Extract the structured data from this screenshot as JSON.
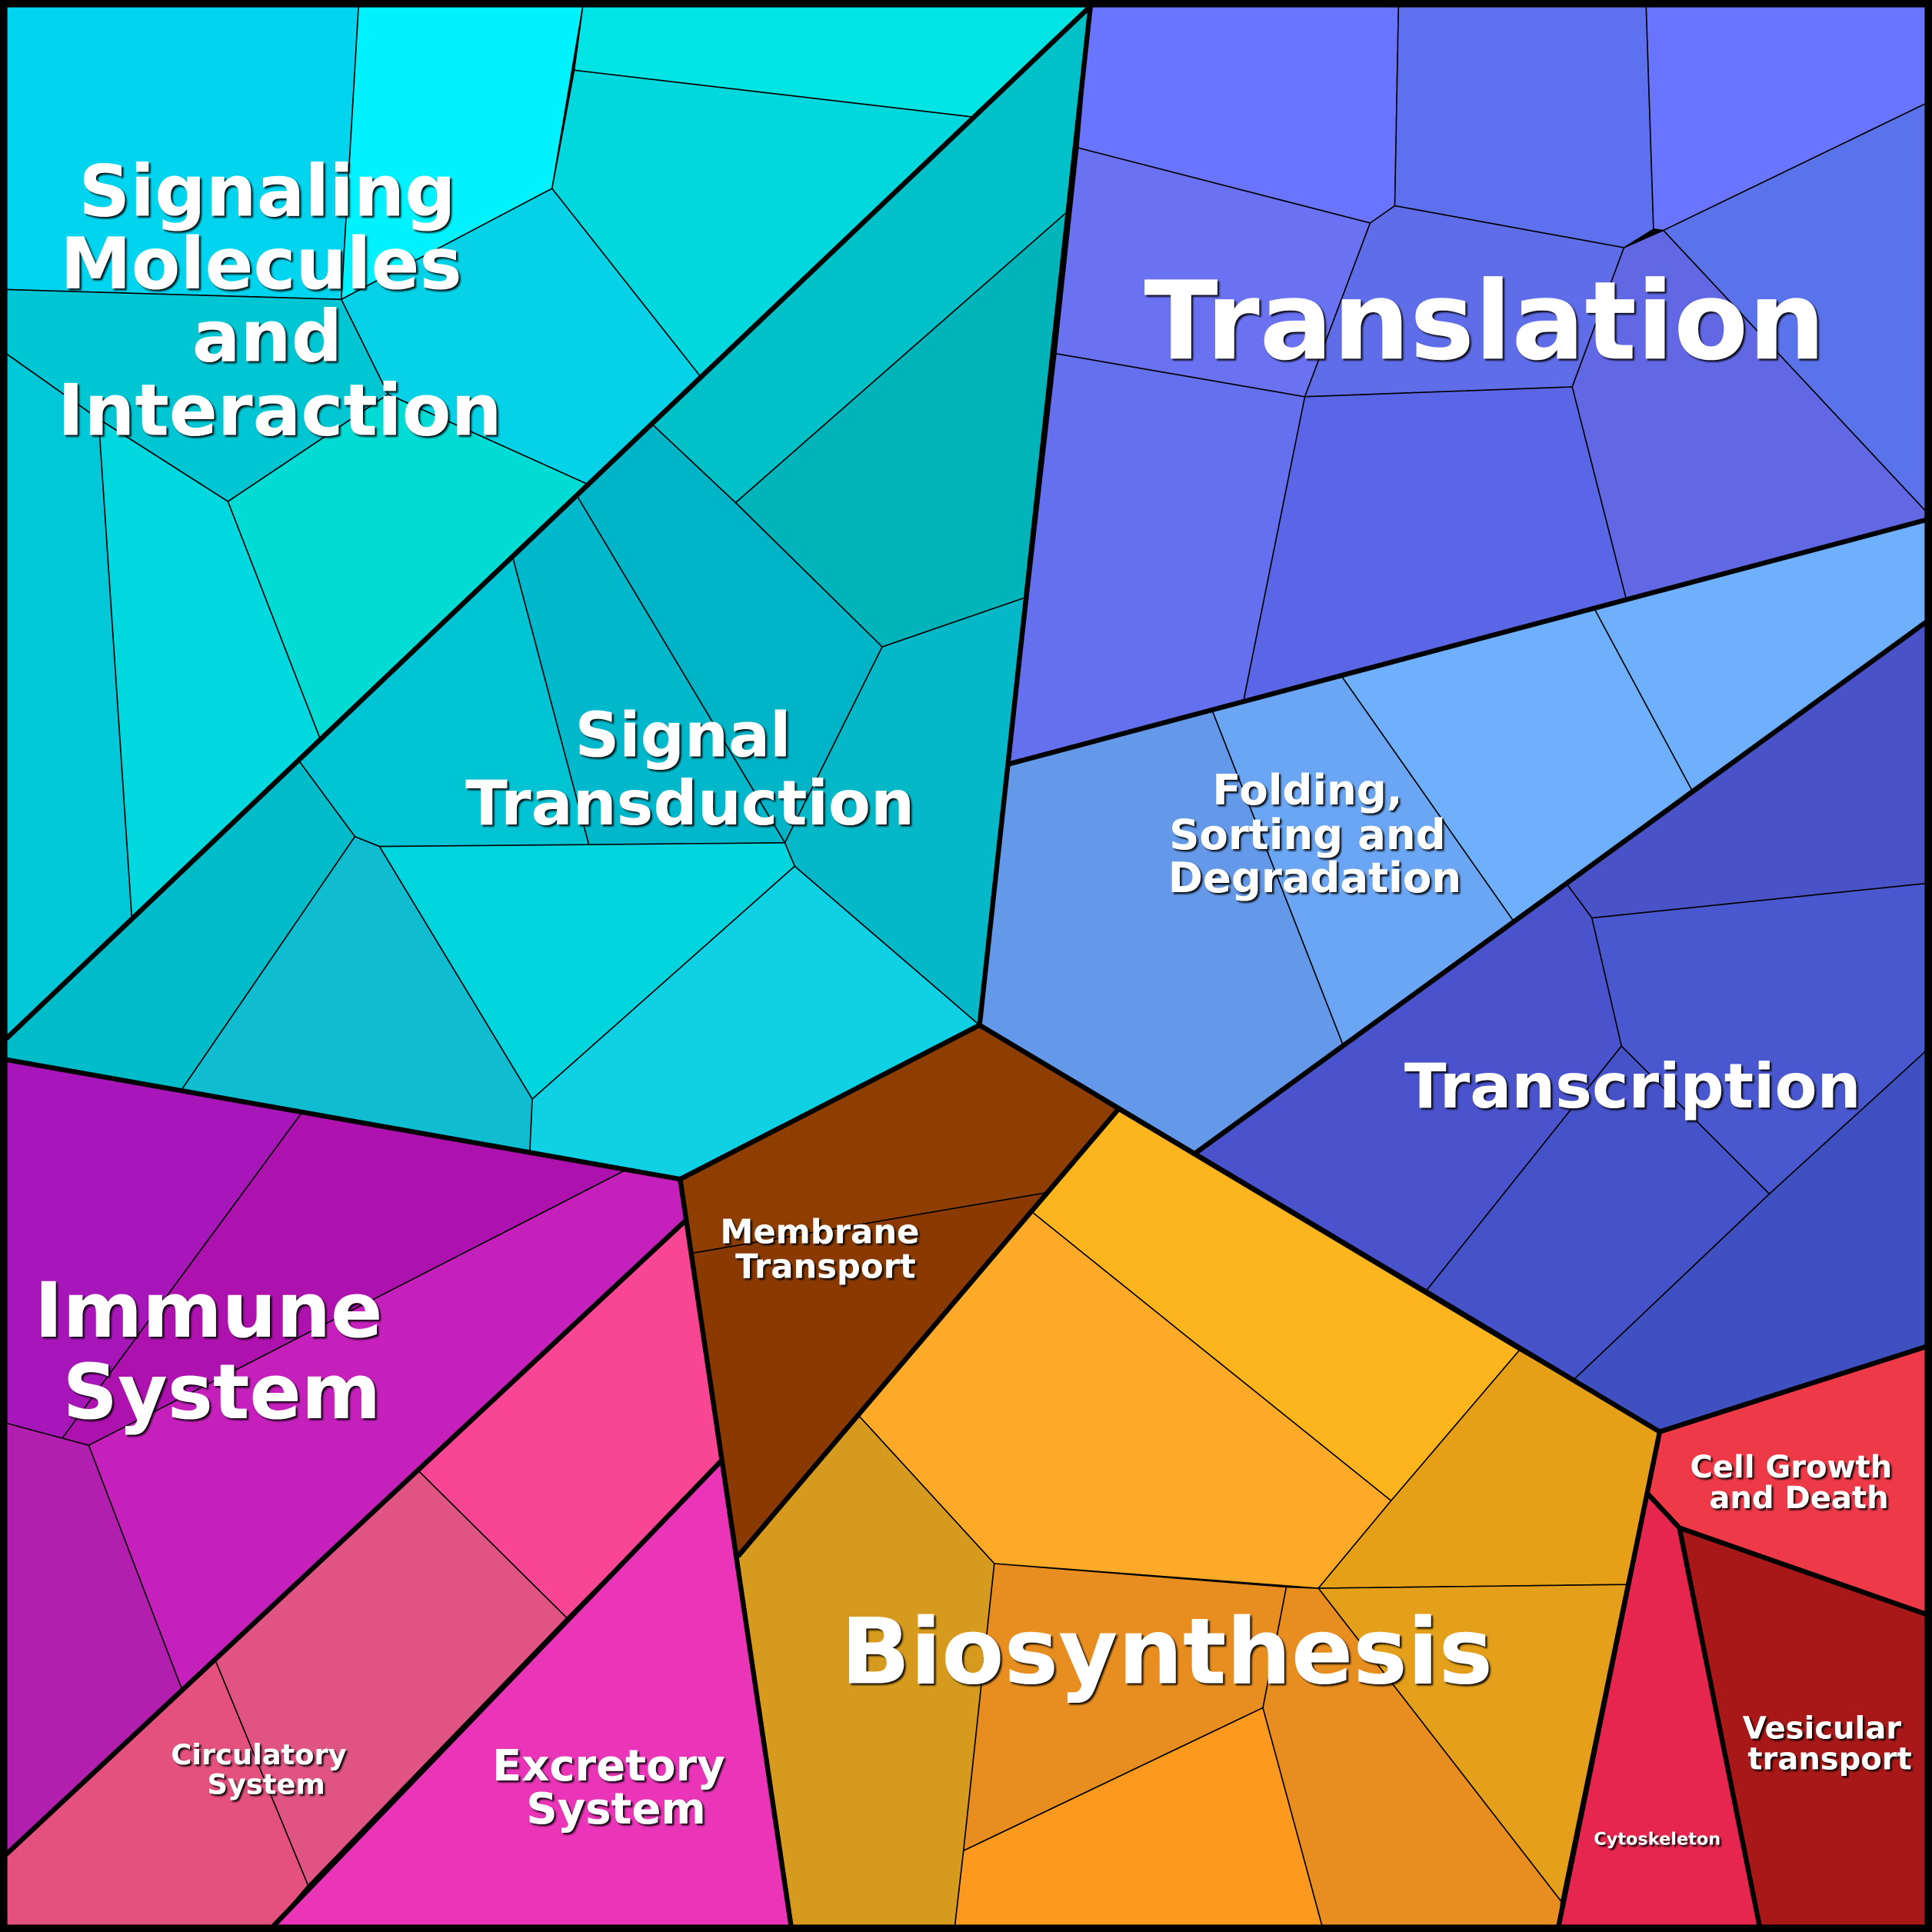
{
  "labels": {
    "signaling": [
      "Signaling",
      "Molecules",
      "and",
      "Interaction"
    ],
    "signal_transduction": [
      "Signal",
      "Transduction"
    ],
    "translation": [
      "Translation"
    ],
    "folding": [
      "Folding,",
      "Sorting and",
      "Degradation"
    ],
    "transcription": [
      "Transcription"
    ],
    "membrane_transport": [
      "Membrane",
      "Transport"
    ],
    "immune": [
      "Immune",
      "System"
    ],
    "biosynthesis": [
      "Biosynthesis"
    ],
    "cell_growth": [
      "Cell Growth",
      "and Death"
    ],
    "vesicular": [
      "Vesicular",
      "transport"
    ],
    "cytoskeleton": [
      "Cytoskeleton"
    ],
    "circulatory": [
      "Circulatory",
      "System"
    ],
    "excretory": [
      "Excretory",
      "System"
    ]
  }
}
